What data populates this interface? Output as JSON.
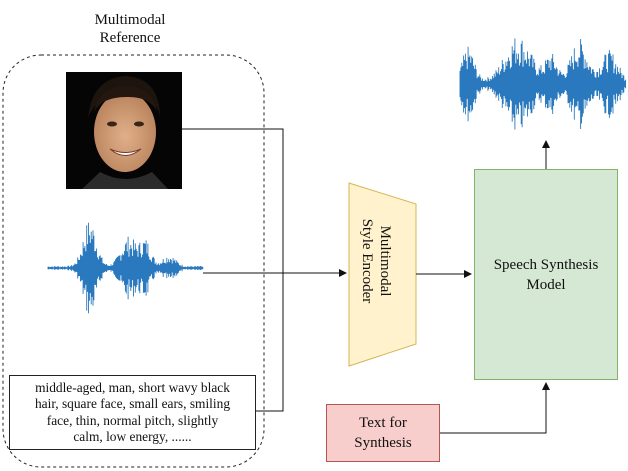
{
  "reference": {
    "title_lines": [
      "Multimodal",
      "Reference"
    ],
    "description_lines": [
      "middle-aged, man, short wavy black",
      "hair, square face, small ears, smiling",
      "face, thin, normal pitch, slightly",
      "calm, low energy, ......"
    ]
  },
  "style_encoder": {
    "label_lines": [
      "Multimodal",
      "Style Encoder"
    ]
  },
  "synthesis_model": {
    "label_lines": [
      "Speech Synthesis",
      "Model"
    ]
  },
  "text_input": {
    "label_lines": [
      "Text for",
      "Synthesis"
    ]
  },
  "colors": {
    "encoder_fill": "#fff2cc",
    "encoder_stroke": "#d6b656",
    "model_fill": "#d5e8d4",
    "model_stroke": "#82b366",
    "text_fill": "#f8cecc",
    "text_stroke": "#b85450",
    "waveform": "#2a78bd"
  }
}
